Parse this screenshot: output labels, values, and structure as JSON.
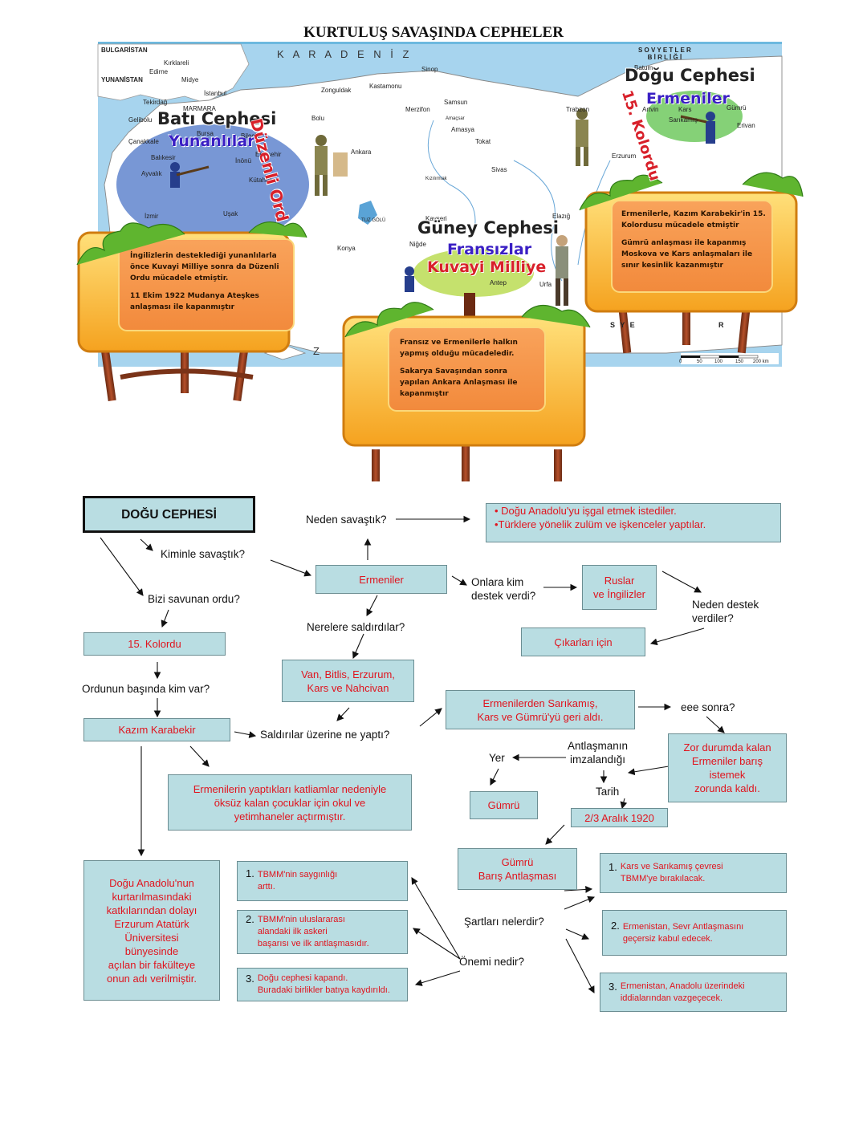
{
  "title": "KURTULUŞ SAVAŞINDA CEPHELER",
  "map": {
    "sea_north": "K A R A D E N İ Z",
    "sea_south": "Z",
    "ussr": "S O V Y E T L E R\nB İ R L İ Ğ İ",
    "country_bottom": "S   Y E",
    "country_bottom2": "R",
    "places": [
      "BULGARİSTAN",
      "Kırklareli",
      "Edirne",
      "Midye",
      "YUNANİSTAN",
      "İstanbul",
      "Tekirdağ",
      "MARMARA",
      "Gelibolu",
      "Bursa",
      "Çanakkale",
      "Balıkesir",
      "Bilecik",
      "Eskişehir",
      "İnönü",
      "Kütahya",
      "Ayvalık",
      "Zonguldak",
      "Kastamonu",
      "Sinop",
      "Bolu",
      "Merzifon",
      "Samsun",
      "Amasya",
      "Tokat",
      "Sivas",
      "Ankara",
      "Konya",
      "TUZ GÖLÜ",
      "Kayseri",
      "Niğde",
      "Elazığ",
      "Antep",
      "Urfa",
      "Batum",
      "Artvin",
      "Trabzon",
      "Kars",
      "Sarıkamış",
      "Erzurum",
      "Erivan",
      "Gümrü",
      "Uşak",
      "İzmir",
      "Kızılırmak",
      "Amaçsar"
    ],
    "scale_labels": [
      "0",
      "50",
      "100",
      "150",
      "200 km"
    ]
  },
  "fronts": {
    "west": {
      "title": "Batı Cephesi",
      "enemy": "Yunanlılar",
      "army": "Düzenli Ord"
    },
    "east": {
      "title": "Doğu Cephesi",
      "enemy": "Ermeniler",
      "army": "15. Kolordu"
    },
    "south": {
      "title": "Güney Cephesi",
      "enemy": "Fransızlar",
      "army": "Kuvayi Milliye"
    }
  },
  "boards": {
    "west": {
      "p1": "İngilizlerin desteklediği yunanlılarla önce Kuvayi Milliye sonra da Düzenli Ordu mücadele etmiştir.",
      "p2": "11 Ekim 1922 Mudanya Ateşkes anlaşması ile kapanmıştır"
    },
    "east": {
      "p1": "Ermenilerle, Kazım Karabekir'in 15. Kolordusu mücadele etmiştir",
      "p2": "Gümrü anlaşması ile kapanmış Moskova ve Kars anlaşmaları ile sınır kesinlik kazanmıştır"
    },
    "south": {
      "p1": "Fransız ve Ermenilerle halkın yapmış olduğu mücadeledir.",
      "p2": "Sakarya Savaşından sonra yapılan Ankara Anlaşması ile kapanmıştır"
    }
  },
  "flow": {
    "header": "DOĞU CEPHESİ",
    "q_why": "Neden savaştık?",
    "a_why_1": "• Doğu Anadolu'yu işgal etmek istediler.",
    "a_why_2": "•Türklere yönelik zulüm ve işkenceler yaptılar.",
    "q_whom": "Kiminle savaştık?",
    "a_whom": "Ermeniler",
    "q_support": "Onlara kim\ndestek verdi?",
    "a_support": "Ruslar\nve İngilizler",
    "q_support_why": "Neden destek\nverdiler?",
    "a_support_why": "Çıkarları için",
    "q_army": "Bizi savunan ordu?",
    "a_army": "15. Kolordu",
    "q_where": "Nerelere saldırdılar?",
    "a_where": "Van, Bitlis, Erzurum,\nKars ve Nahcivan",
    "q_leader": "Ordunun başında kim var?",
    "a_leader": "Kazım Karabekir",
    "q_response": "Saldırılar üzerine ne yaptı?",
    "a_response": "Ermenilerden Sarıkamış,\nKars ve Gümrü'yü geri aldı.",
    "q_then": "eee sonra?",
    "a_then": "Zor durumda kalan\nErmeniler barış\nistemek\nzorunda kaldı.",
    "a_orphans": "Ermenilerin yaptıkları katliamlar nedeniyle\nöksüz kalan çocuklar için okul ve\nyetimhaneler açtırmıştır.",
    "q_signed": "Antlaşmanın\nimzalandığı",
    "q_place": "Yer",
    "q_date": "Tarih",
    "a_place": "Gümrü",
    "a_date": "2/3 Aralık 1920",
    "treaty": "Gümrü\nBarış Antlaşması",
    "q_terms": "Şartları nelerdir?",
    "q_importance": "Önemi nedir?",
    "atat": "Doğu Anadolu'nun\nkurtarılmasındaki\nkatkılarından dolayı\nErzurum Atatürk\nÜniversitesi\nbünyesinde\naçılan bir fakülteye\nonun adı verilmiştir.",
    "imp": [
      {
        "n": "1.",
        "t": "TBMM'nin saygınlığı\narttı."
      },
      {
        "n": "2.",
        "t": "TBMM'nin uluslararası\nalandaki ilk askeri\nbaşarısı ve ilk antlaşmasıdır."
      },
      {
        "n": "3.",
        "t": "Doğu cephesi kapandı.\nBuradaki birlikler batıya kaydırıldı."
      }
    ],
    "terms": [
      {
        "n": "1.",
        "t": "Kars ve Sarıkamış çevresi\nTBMM'ye bırakılacak."
      },
      {
        "n": "2.",
        "t": "Ermenistan, Sevr Antlaşmasını\ngeçersiz kabul edecek."
      },
      {
        "n": "3.",
        "t": "Ermenistan, Anadolu üzerindeki\niddialarından vazgeçecek."
      }
    ]
  }
}
